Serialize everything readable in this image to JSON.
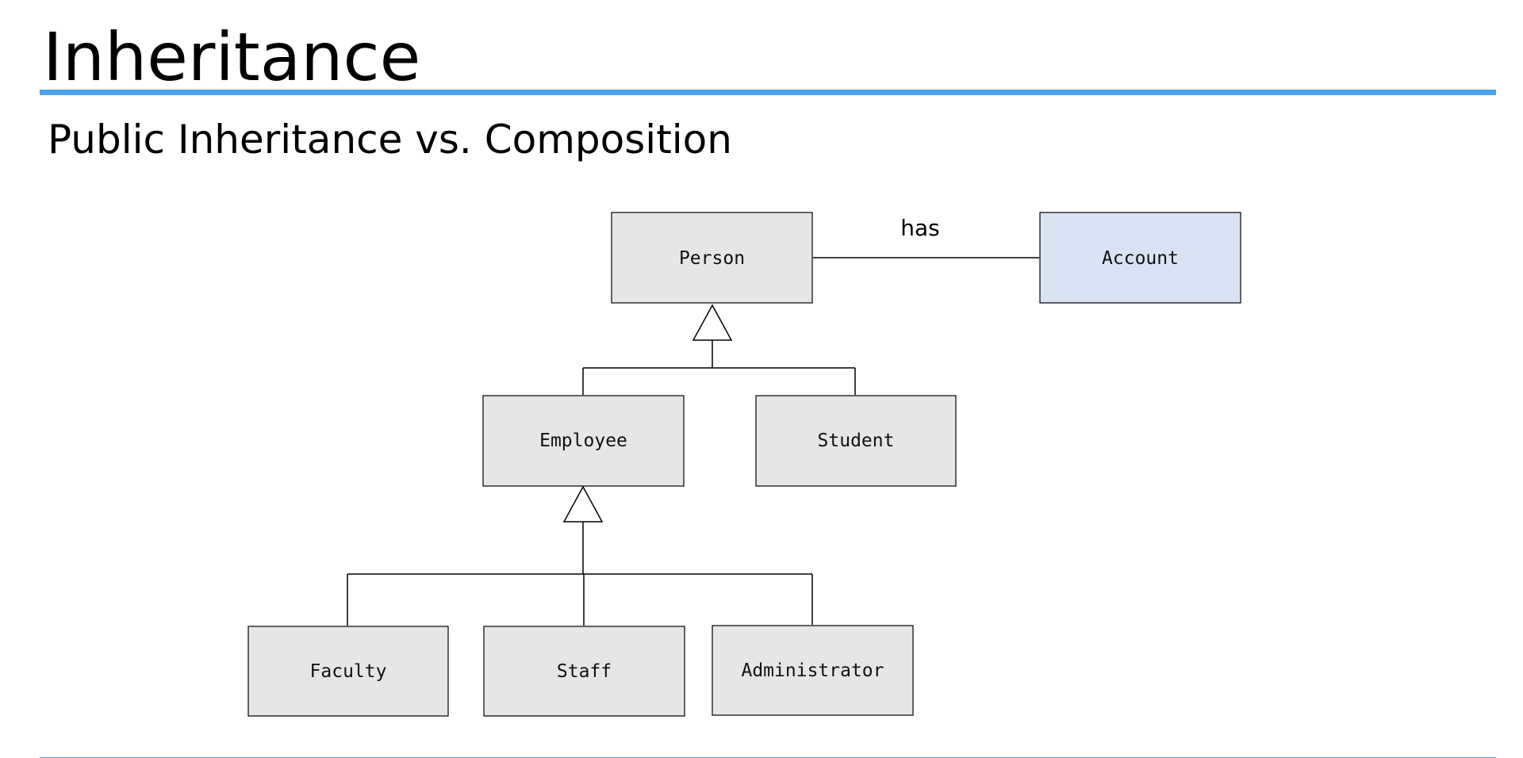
{
  "title": "Inheritance",
  "subtitle": "Public Inheritance vs. Composition",
  "colors": {
    "accent_rule": "#4ea3ec",
    "class_fill": "#e6e6e6",
    "account_fill": "#dae3f3",
    "stroke": "#000000"
  },
  "classes": {
    "person": "Person",
    "account": "Account",
    "employee": "Employee",
    "student": "Student",
    "faculty": "Faculty",
    "staff": "Staff",
    "administrator": "Administrator"
  },
  "association_label": "has"
}
